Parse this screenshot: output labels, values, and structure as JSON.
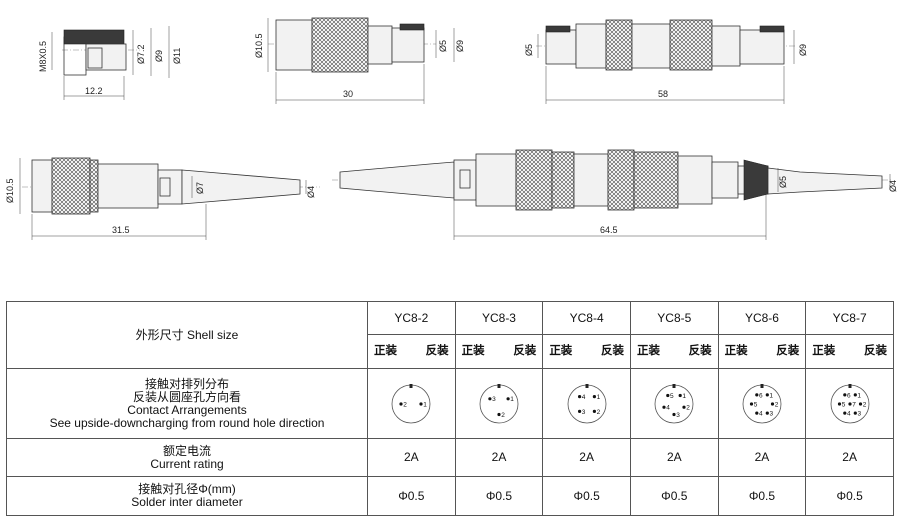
{
  "drawings": {
    "socket_view": {
      "dims": [
        "M8X0.5",
        "Ø7.2",
        "Ø9",
        "Ø11",
        "12.2"
      ]
    },
    "plug_view": {
      "dims": [
        "Ø10.5",
        "Ø5",
        "Ø9",
        "30"
      ]
    },
    "coupler_view": {
      "dims": [
        "Ø5",
        "Ø9",
        "58"
      ]
    },
    "cable_plug_view": {
      "dims": [
        "Ø10.5",
        "Ø7",
        "Ø4",
        "31.5"
      ]
    },
    "cable_coupler_view": {
      "dims": [
        "Ø5",
        "Ø4",
        "64.5"
      ]
    }
  },
  "table": {
    "shell_size_label": "外形尺寸 Shell size",
    "orientation_front": "正装",
    "orientation_reverse": "反装",
    "models": [
      "YC8-2",
      "YC8-3",
      "YC8-4",
      "YC8-5",
      "YC8-6",
      "YC8-7"
    ],
    "contact_label_cn_1": "接触对排列分布",
    "contact_label_cn_2": "反装从圆座孔方向看",
    "contact_label_en_1": "Contact Arrangements",
    "contact_label_en_2": "See upside-downcharging from round hole direction",
    "pin_layouts": [
      {
        "pins": [
          "1",
          "2"
        ]
      },
      {
        "pins": [
          "1",
          "2",
          "3"
        ]
      },
      {
        "pins": [
          "1",
          "2",
          "3",
          "4"
        ]
      },
      {
        "pins": [
          "1",
          "2",
          "3",
          "4",
          "5"
        ]
      },
      {
        "pins": [
          "1",
          "2",
          "3",
          "4",
          "5",
          "6"
        ]
      },
      {
        "pins": [
          "1",
          "2",
          "3",
          "4",
          "5",
          "6",
          "7"
        ]
      }
    ],
    "current_label_cn": "额定电流",
    "current_label_en": "Current rating",
    "current_values": [
      "2A",
      "2A",
      "2A",
      "2A",
      "2A",
      "2A"
    ],
    "diameter_label_cn": "接触对孔径Φ(mm)",
    "diameter_label_en": "Solder inter diameter",
    "diameter_values": [
      "Φ0.5",
      "Φ0.5",
      "Φ0.5",
      "Φ0.5",
      "Φ0.5",
      "Φ0.5"
    ]
  }
}
